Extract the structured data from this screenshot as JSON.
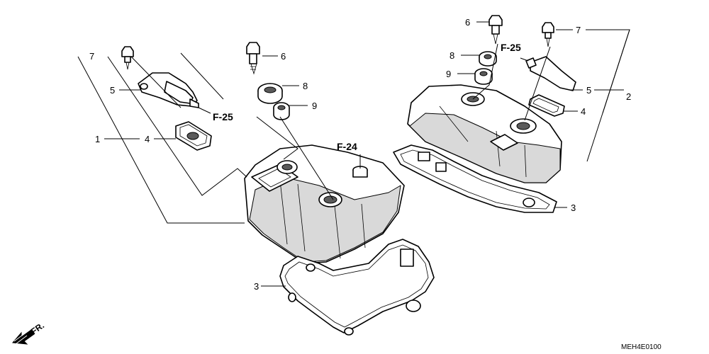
{
  "callouts": {
    "left": {
      "n1": "1",
      "n4": "4",
      "n5": "5",
      "n7": "7",
      "n6": "6",
      "n8": "8",
      "n9": "9",
      "n3": "3"
    },
    "right": {
      "n6": "6",
      "n7": "7",
      "n8": "8",
      "n9": "9",
      "n5": "5",
      "n4": "4",
      "n2": "2",
      "n3": "3"
    }
  },
  "references": {
    "left_f25": "F-25",
    "center_f24": "F-24",
    "right_f25": "F-25"
  },
  "direction": {
    "label": "FR.",
    "icon": "forward-arrow-icon"
  },
  "diagram_code": "MEH4E0100"
}
